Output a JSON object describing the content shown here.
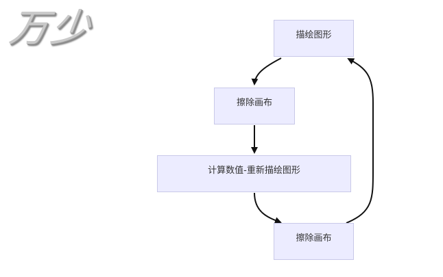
{
  "brand": {
    "text": "万少"
  },
  "flowchart": {
    "nodes": [
      {
        "id": "draw",
        "label": "描绘图形"
      },
      {
        "id": "erase1",
        "label": "擦除画布"
      },
      {
        "id": "compute",
        "label": "计算数值-重新描绘图形"
      },
      {
        "id": "erase2",
        "label": "擦除画布"
      }
    ],
    "edges": [
      {
        "from": "draw",
        "to": "erase1"
      },
      {
        "from": "erase1",
        "to": "compute"
      },
      {
        "from": "compute",
        "to": "erase2"
      },
      {
        "from": "erase2",
        "to": "draw"
      }
    ],
    "colors": {
      "node_fill": "#ECECFF",
      "node_border": "#c8c8e8",
      "edge": "#111111",
      "text": "#333333"
    }
  }
}
